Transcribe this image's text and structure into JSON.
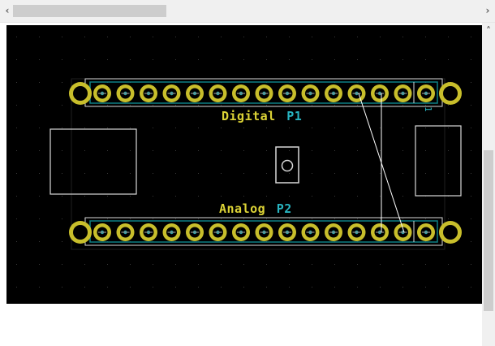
{
  "scrollbars": {
    "h_left_arrow": "‹",
    "h_right_arrow": "›",
    "v_up_arrow": "˄"
  },
  "colors": {
    "canvas_bg": "#000000",
    "pad_ring": "#c8be2b",
    "pad_hole": "#2aa2a6",
    "silkscreen": "#d8d8d8",
    "courtyard": "#0e7f84",
    "label_yellow": "#dcd336",
    "label_teal": "#28b4c0",
    "ratsnest": "#ffffff"
  },
  "board": {
    "digital": {
      "name": "Digital",
      "ref": "P1",
      "pin1_marker": "1",
      "pads": 15
    },
    "analog": {
      "name": "Analog",
      "ref": "P2",
      "pads": 15
    }
  }
}
